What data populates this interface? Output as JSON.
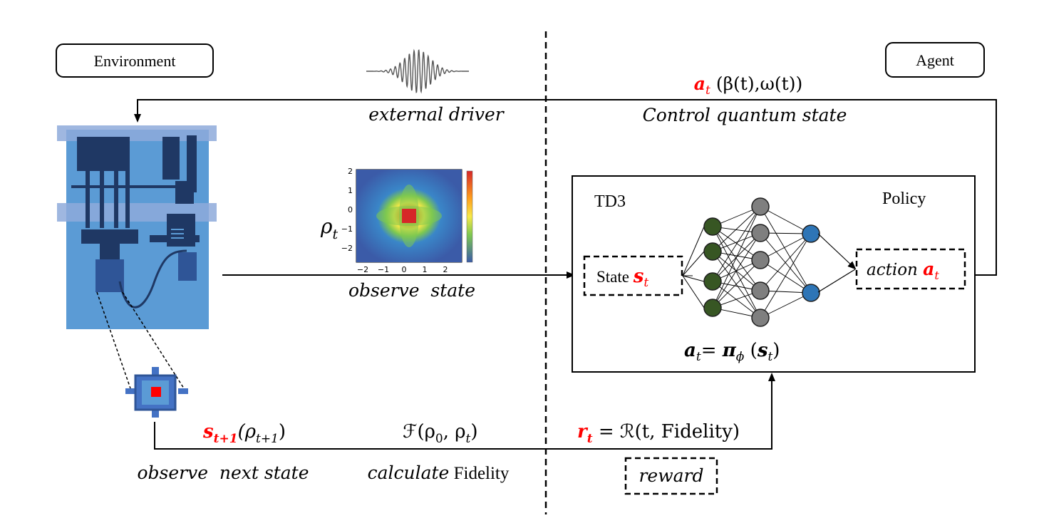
{
  "colors": {
    "accent_red": "#ff0000",
    "device_blue": "#5b9bd5",
    "device_dark": "#1f3864",
    "node_green": "#375623",
    "node_gray": "#7f7f7f",
    "node_blue": "#2e75b6"
  },
  "environment_label": "Environment",
  "agent_label": "Agent",
  "driver": {
    "caption": "external driver",
    "icon": "wave-packet-icon"
  },
  "control": {
    "action_symbol": "a",
    "action_sub": "t",
    "action_params": "(β(t),ω(t))",
    "caption": "Control quantum state"
  },
  "observe": {
    "rho_symbol": "ρ",
    "rho_sub": "t",
    "caption": "observe  state",
    "plot_ticks": [
      "−2",
      "−1",
      "0",
      "1",
      "2"
    ]
  },
  "agent_box": {
    "algo_label": "TD3",
    "policy_label": "Policy",
    "state_text": "State ",
    "state_symbol": "s",
    "state_sub": "t",
    "action_text": "action ",
    "action_symbol": "a",
    "action_sub": "t",
    "formula": {
      "lhs": "a",
      "lhs_sub": "t",
      "eq": "= ",
      "pi": "π",
      "pi_sub": "ϕ",
      "arg_open": " (",
      "arg": "s",
      "arg_sub": "t",
      "arg_close": ")"
    }
  },
  "next_state": {
    "symbol": "s",
    "sub": "t+1",
    "paren_open": "(ρ",
    "paren_sub": "t+1",
    "paren_close": ")",
    "caption": "observe  next state"
  },
  "fidelity": {
    "formula_open": "ℱ(ρ",
    "sub0": "0",
    "mid": ", ρ",
    "sub_t": "t",
    "close": ")",
    "caption_italic": "calculate",
    "caption_plain": " Fidelity"
  },
  "reward": {
    "symbol": "r",
    "sub": "t",
    "eq": " = ℛ(t, Fidelity)",
    "box_label": "reward"
  }
}
